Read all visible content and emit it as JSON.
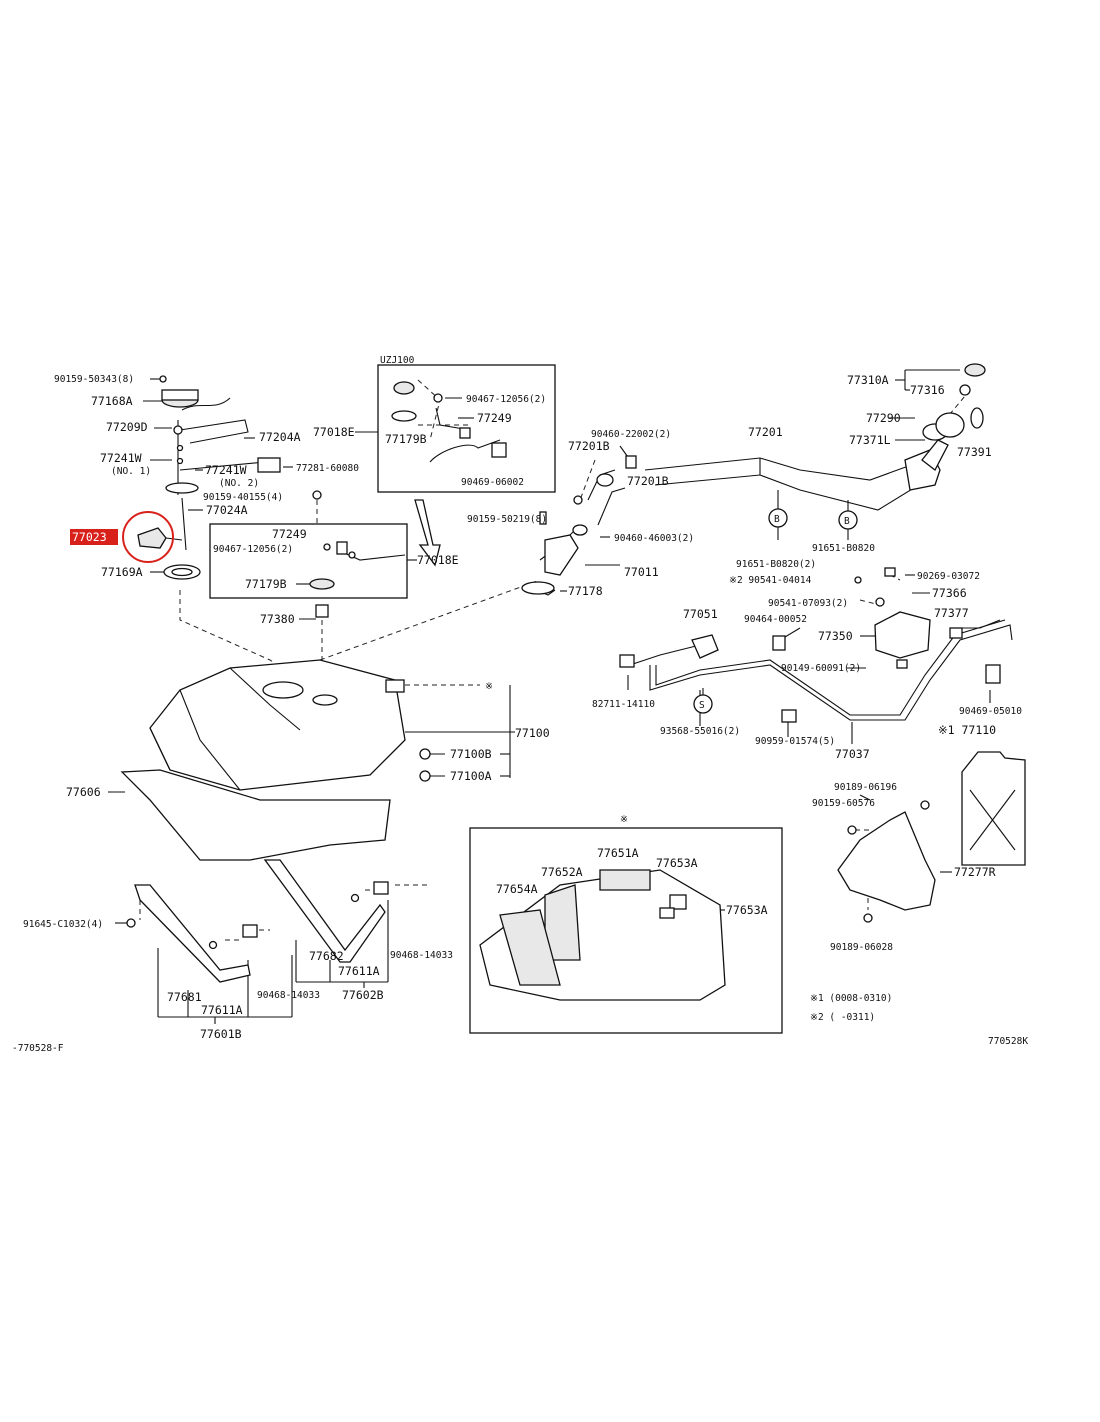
{
  "labels": {
    "p9015950343": "90159-50343(8)",
    "p77168A": "77168A",
    "p77209D": "77209D",
    "p77204A": "77204A",
    "p77241W1": "77241W",
    "p77241W1_sub": "(NO. 1)",
    "p77241W2": "77241W",
    "p77241W2_sub": "(NO. 2)",
    "p7728160080": "77281-60080",
    "p9015940155": "90159-40155(4)",
    "p77024A": "77024A",
    "p77023": "77023",
    "p77169A": "77169A",
    "p77249a": "77249",
    "p9046712056a": "90467-12056(2)",
    "p77018Ea": "77018E",
    "p77179Ba": "77179B",
    "p77380": "77380",
    "uzj": "UZJ100",
    "p77018Eb": "77018E",
    "p9046712056b": "90467-12056(2)",
    "p77249b": "77249",
    "p77179Bb": "77179B",
    "p9046906002": "90469-06002",
    "p9046022002": "90460-22002(2)",
    "p77201B": "77201B",
    "p77201Bb": "77201B",
    "p77201": "77201",
    "p9015950219": "90159-50219(8)",
    "p9046046003": "90460-46003(2)",
    "p77011": "77011",
    "p77178": "77178",
    "p77310A": "77310A",
    "p77316": "77316",
    "p77290": "77290",
    "p77371L": "77371L",
    "p77391": "77391",
    "p91651B0820a": "91651-B0820(2)",
    "p91651B0820b": "91651-B0820",
    "p9054104014": "※2 90541-04014",
    "p9026903072": "90269-03072",
    "p77366": "77366",
    "p9054107093": "90541-07093(2)",
    "p77051": "77051",
    "p9046400052": "90464-00052",
    "p77377": "77377",
    "p77350": "77350",
    "p9014960091": "90149-60091(2)",
    "p8271114110": "82711-14110",
    "p9046905010": "90469-05010",
    "p9356855016": "93568-55016(2)",
    "p9095901574": "90959-01574(5)",
    "p77037": "77037",
    "p77110": "※1 77110",
    "p77100": "77100",
    "p77100B": "77100B",
    "p77100A": "77100A",
    "p77606": "77606",
    "star_tank": "※",
    "star_box": "※",
    "p9018906196": "90189-06196",
    "p9015960576": "90159-60576",
    "p77277R": "77277R",
    "p9018906028": "90189-06028",
    "p77651A": "77651A",
    "p77652A": "77652A",
    "p77653Aa": "77653A",
    "p77654A": "77654A",
    "p77653Ab": "77653A",
    "p91645C1032": "91645-C1032(4)",
    "p77682": "77682",
    "p77611Aa": "77611A",
    "p9046814033a": "90468-14033",
    "p77681": "77681",
    "p77611Ab": "77611A",
    "p9046814033b": "90468-14033",
    "p77602B": "77602B",
    "p77601B": "77601B",
    "footnote1": "※1  (0008-0310)",
    "footnote2": "※2  (      -0311)",
    "ref_left": "-770528-F",
    "ref_right": "770528K",
    "circleB1": "B",
    "circleB2": "B",
    "circleS": "S"
  },
  "colors": {
    "highlight": "#d9211c",
    "line": "#111111",
    "background": "#ffffff"
  }
}
